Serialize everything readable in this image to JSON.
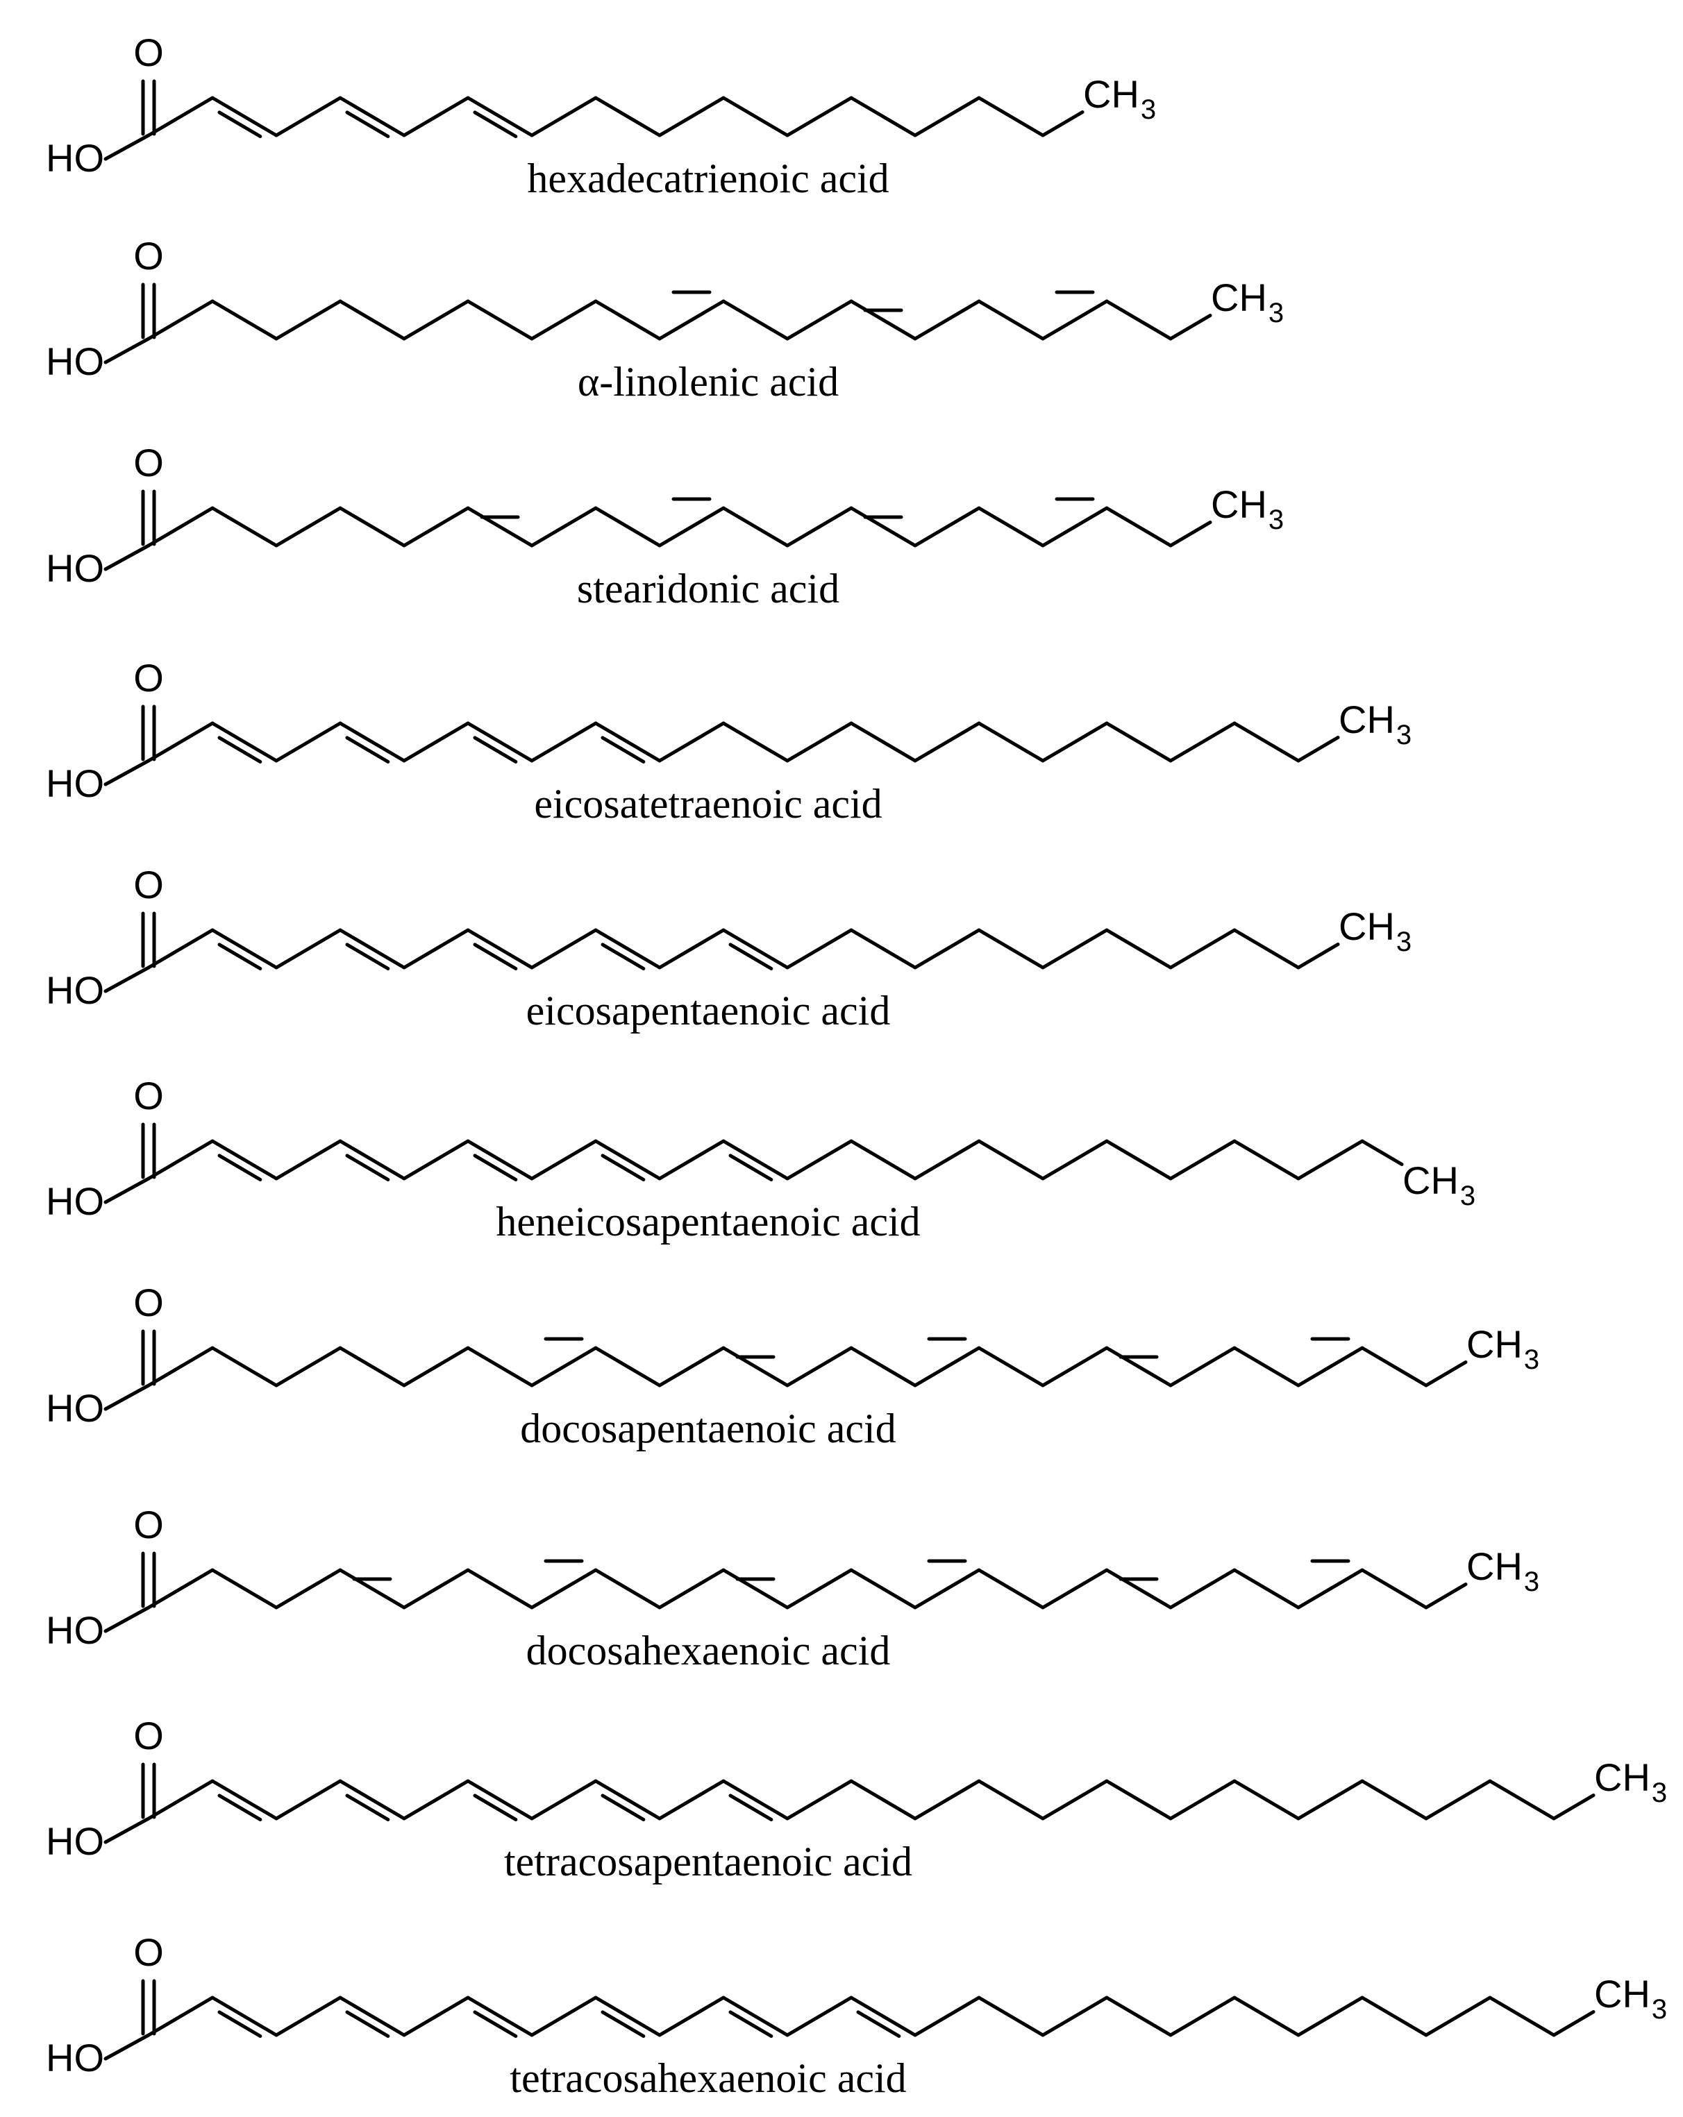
{
  "atoms": {
    "oxygen": "O",
    "hydroxyl": "HO",
    "methyl": "CH",
    "methyl_sub": "3"
  },
  "molecules": [
    {
      "name": "hexadecatrienoic acid",
      "carbons": 16,
      "double_bonds": [
        [
          2,
          "trans"
        ],
        [
          4,
          "trans"
        ],
        [
          6,
          "trans"
        ]
      ]
    },
    {
      "name": "α-linolenic acid",
      "carbons": 18,
      "double_bonds": [
        [
          9,
          "cis"
        ],
        [
          12,
          "cis"
        ],
        [
          15,
          "cis"
        ]
      ]
    },
    {
      "name": "stearidonic acid",
      "carbons": 18,
      "double_bonds": [
        [
          6,
          "cis"
        ],
        [
          9,
          "cis"
        ],
        [
          12,
          "cis"
        ],
        [
          15,
          "cis"
        ]
      ]
    },
    {
      "name": "eicosatetraenoic acid",
      "carbons": 20,
      "double_bonds": [
        [
          2,
          "trans"
        ],
        [
          4,
          "trans"
        ],
        [
          6,
          "trans"
        ],
        [
          8,
          "trans"
        ]
      ]
    },
    {
      "name": "eicosapentaenoic acid",
      "carbons": 20,
      "double_bonds": [
        [
          2,
          "trans"
        ],
        [
          4,
          "trans"
        ],
        [
          6,
          "trans"
        ],
        [
          8,
          "trans"
        ],
        [
          10,
          "trans"
        ]
      ]
    },
    {
      "name": "heneicosapentaenoic acid",
      "carbons": 21,
      "double_bonds": [
        [
          2,
          "trans"
        ],
        [
          4,
          "trans"
        ],
        [
          6,
          "trans"
        ],
        [
          8,
          "trans"
        ],
        [
          10,
          "trans"
        ]
      ]
    },
    {
      "name": "docosapentaenoic acid",
      "carbons": 22,
      "double_bonds": [
        [
          7,
          "cis"
        ],
        [
          10,
          "cis"
        ],
        [
          13,
          "cis"
        ],
        [
          16,
          "cis"
        ],
        [
          19,
          "cis"
        ]
      ]
    },
    {
      "name": "docosahexaenoic acid",
      "carbons": 22,
      "double_bonds": [
        [
          4,
          "cis"
        ],
        [
          7,
          "cis"
        ],
        [
          10,
          "cis"
        ],
        [
          13,
          "cis"
        ],
        [
          16,
          "cis"
        ],
        [
          19,
          "cis"
        ]
      ]
    },
    {
      "name": "tetracosapentaenoic acid",
      "carbons": 24,
      "double_bonds": [
        [
          2,
          "trans"
        ],
        [
          4,
          "trans"
        ],
        [
          6,
          "trans"
        ],
        [
          8,
          "trans"
        ],
        [
          10,
          "trans"
        ]
      ]
    },
    {
      "name": "tetracosahexaenoic acid",
      "carbons": 24,
      "double_bonds": [
        [
          2,
          "trans"
        ],
        [
          4,
          "trans"
        ],
        [
          6,
          "trans"
        ],
        [
          8,
          "trans"
        ],
        [
          10,
          "trans"
        ],
        [
          12,
          "trans"
        ]
      ]
    }
  ]
}
